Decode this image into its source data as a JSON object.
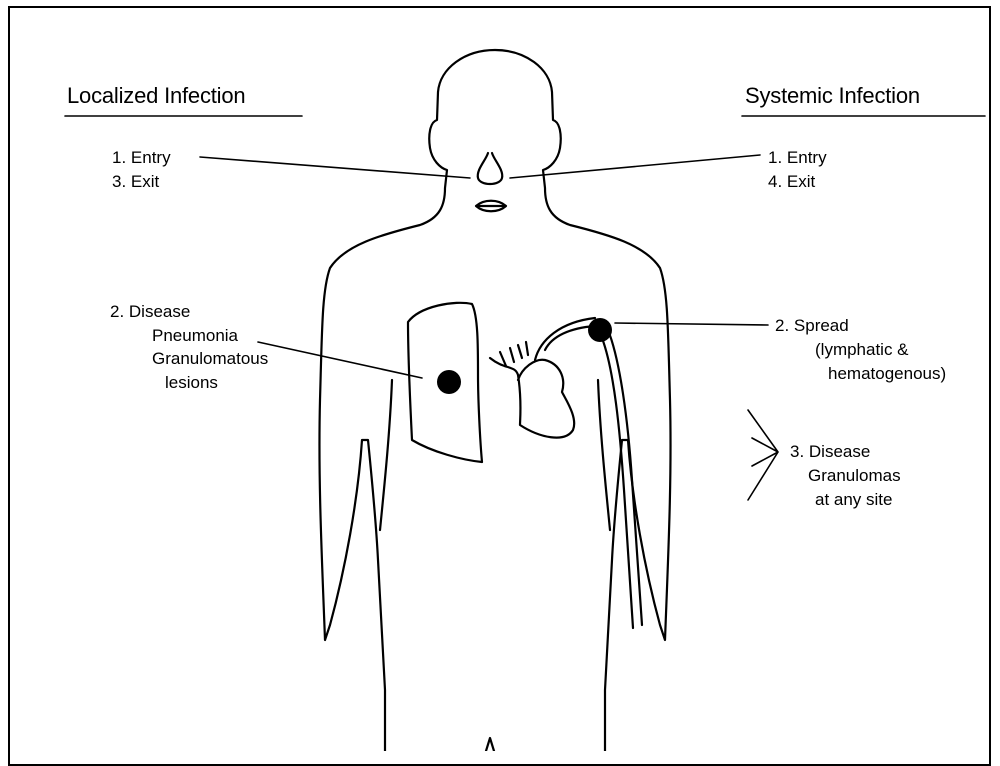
{
  "left": {
    "heading": "Localized Infection",
    "entry": "1. Entry",
    "exit": "3. Exit",
    "disease": [
      "2. Disease",
      "Pneumonia",
      "Granulomatous",
      "lesions"
    ]
  },
  "right": {
    "heading": "Systemic Infection",
    "entry": "1. Entry",
    "exit": "4. Exit",
    "spread": [
      "2. Spread",
      "(lymphatic &",
      "hematogenous)"
    ],
    "disease": [
      "3. Disease",
      "Granulomas",
      "at any site"
    ]
  },
  "colors": {
    "ink": "#000000",
    "background": "#ffffff"
  }
}
